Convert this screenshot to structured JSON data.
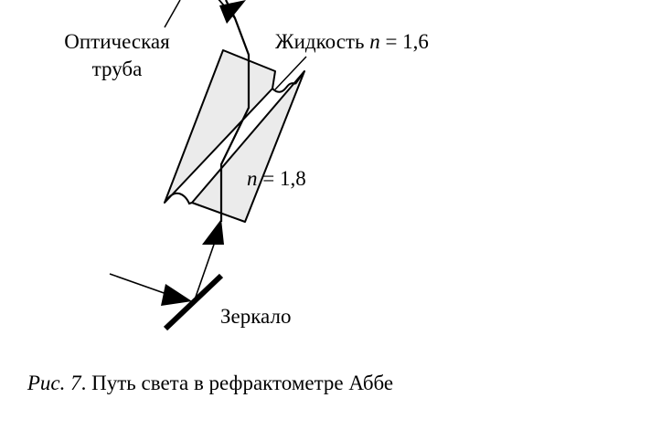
{
  "labels": {
    "tube_line1": "Оптическая",
    "tube_line2": "труба",
    "liquid_text": "Жидкость",
    "liquid_n": "n",
    "liquid_value": " = 1,6",
    "prism_n": "n",
    "prism_value": " = 1,8",
    "mirror": "Зеркало"
  },
  "caption": {
    "prefix": "Рис. 7",
    "text": ". Путь света в рефрактометре Аббе"
  },
  "colors": {
    "stroke": "#000000",
    "prism_fill": "#ebebeb",
    "background": "#ffffff"
  }
}
